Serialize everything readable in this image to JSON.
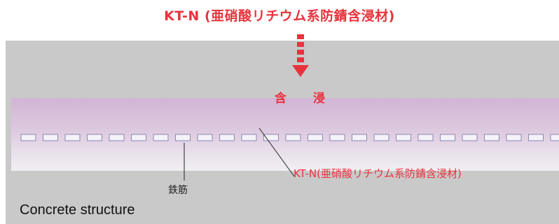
{
  "title": "KT-N (亜硝酸リチウム系防錆含浸材)",
  "absorb_label": "含 浸",
  "rebar_label": "鉄筋",
  "kt_label": "KT-N(亜硝酸リチウム系防錆含浸材)",
  "structure_label": "Concrete structure",
  "colors": {
    "accent_red": "#e8333c",
    "concrete": "#c9c9c9",
    "impregnation_top": "#d2b5d6",
    "rebar_dash": "#f4f3f8",
    "rebar_dash_edge": "#8e86b8"
  }
}
